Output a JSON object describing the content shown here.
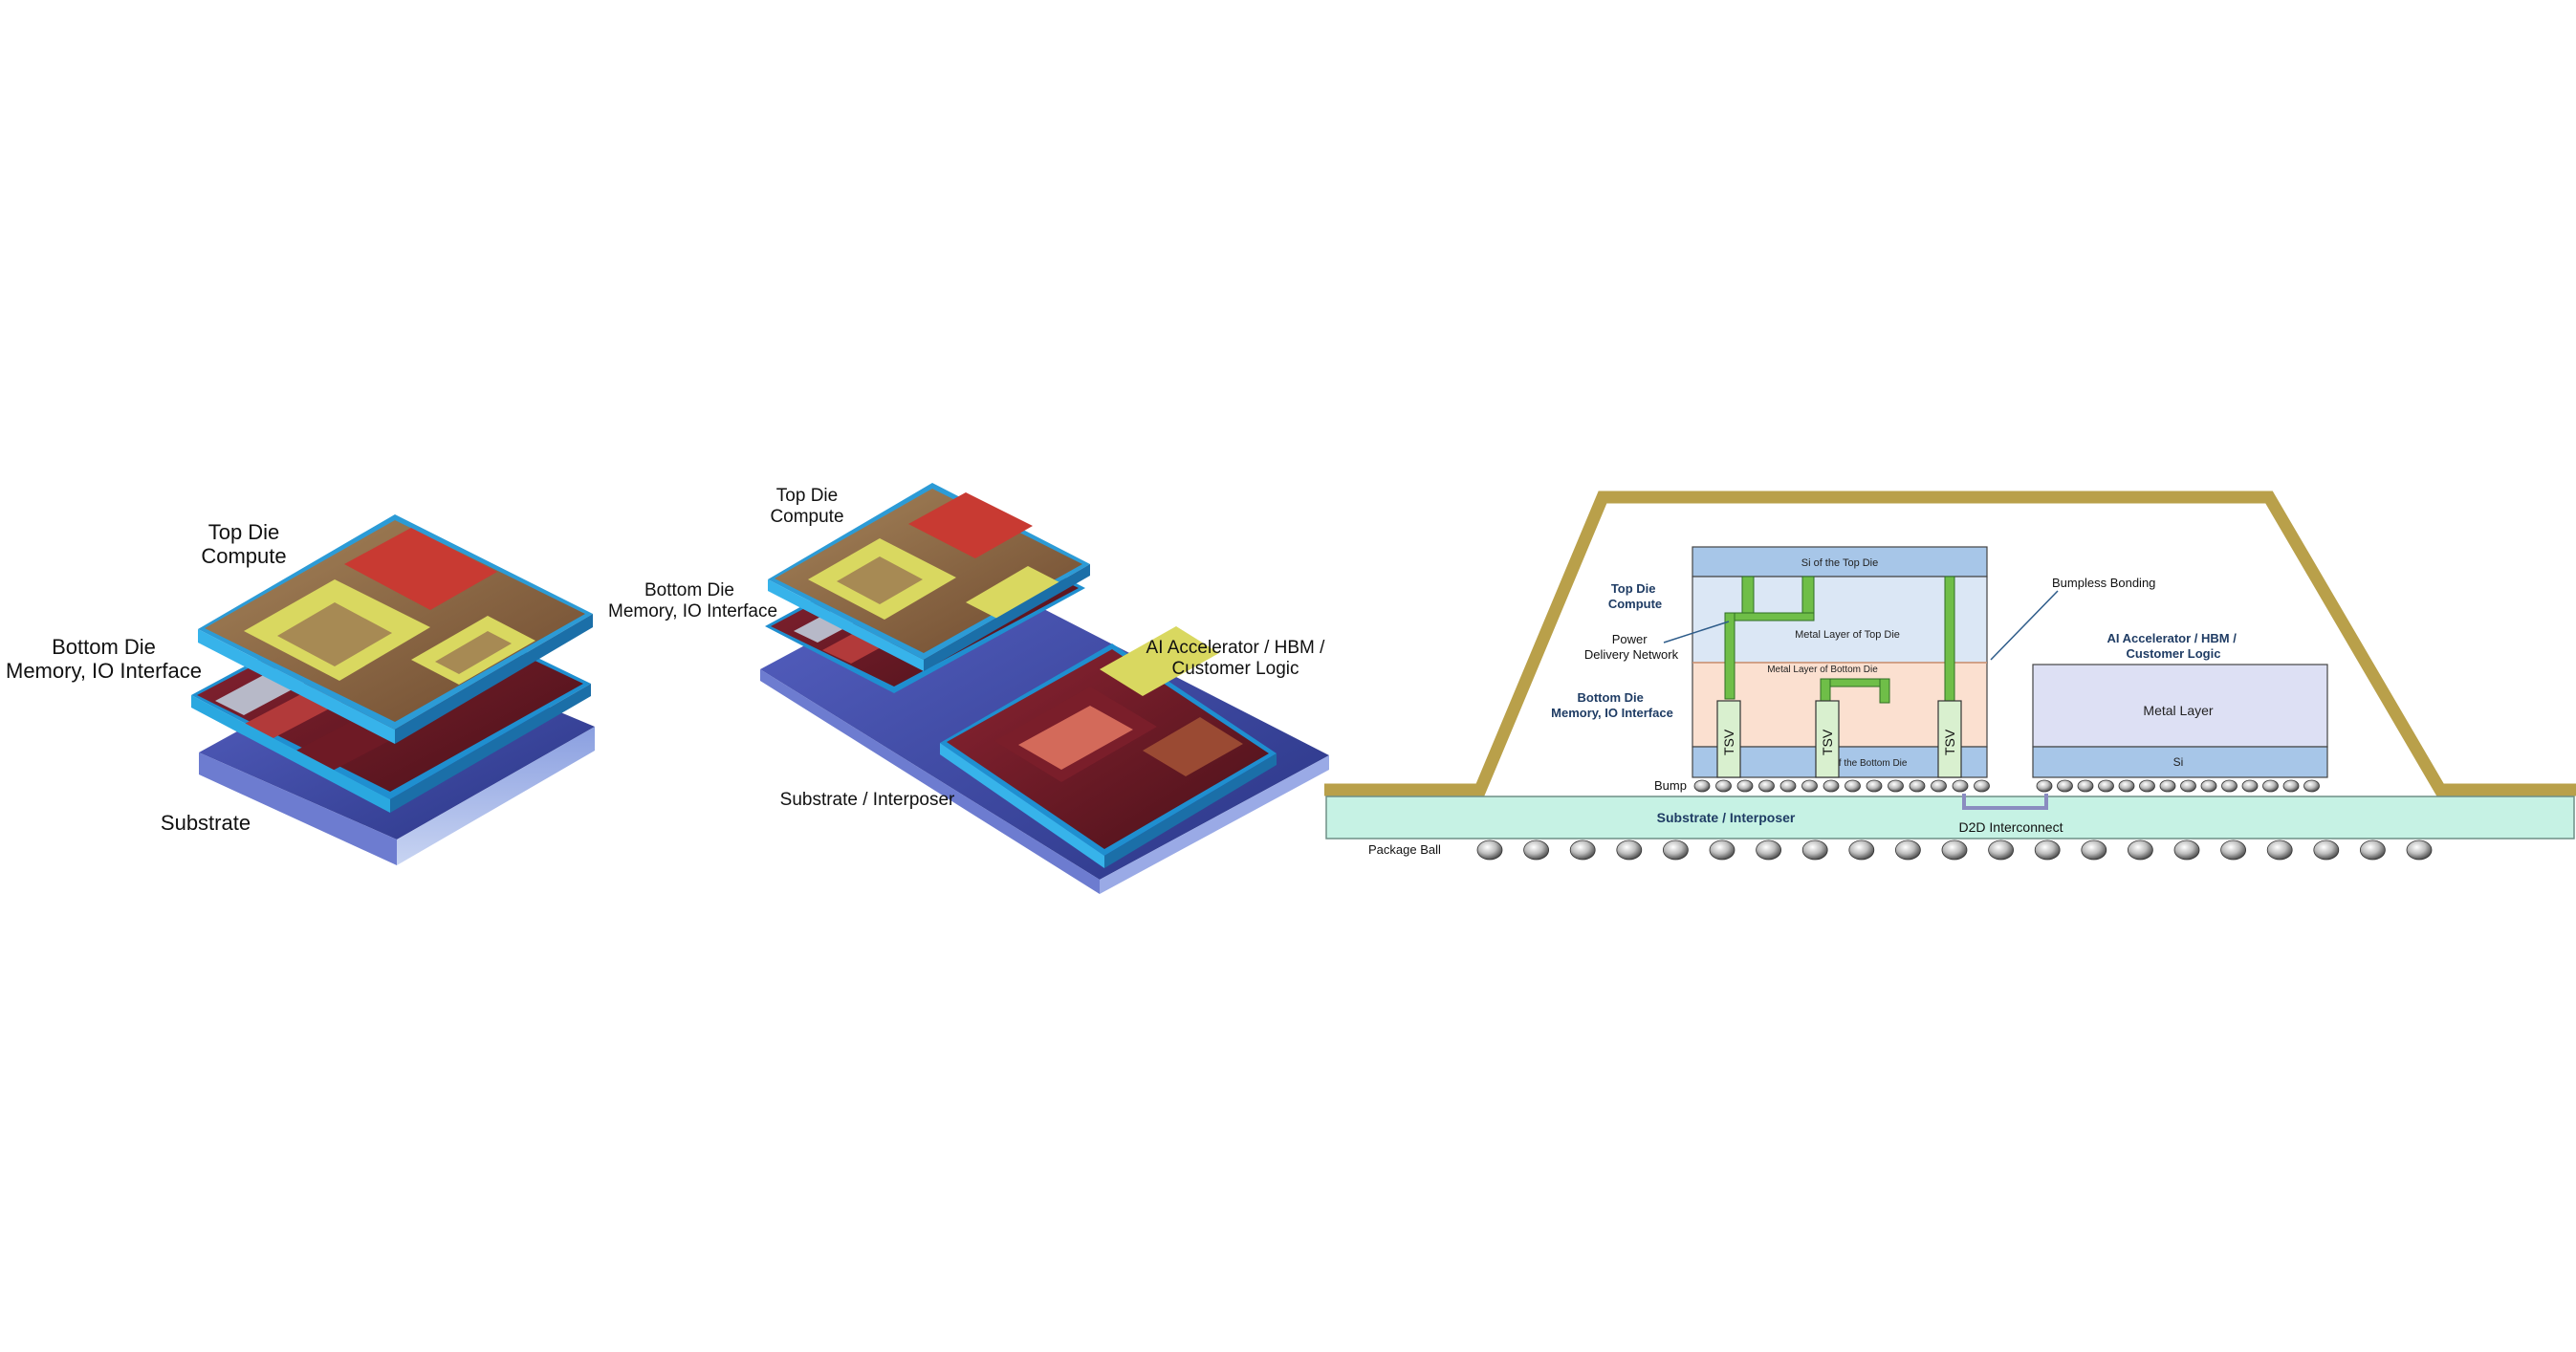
{
  "left_stack": {
    "top_die": [
      "Top Die",
      "Compute"
    ],
    "bottom_die": [
      "Bottom Die",
      "Memory, IO Interface"
    ],
    "substrate": "Substrate"
  },
  "middle_stack": {
    "top_die": [
      "Top Die",
      "Compute"
    ],
    "bottom_die": [
      "Bottom Die",
      "Memory, IO Interface"
    ],
    "accelerator": [
      "AI Accelerator / HBM /",
      "Customer Logic"
    ],
    "substrate": "Substrate / Interposer"
  },
  "cross_section": {
    "si_top_die": "Si of the Top Die",
    "top_die_label": [
      "Top Die",
      "Compute"
    ],
    "power_delivery": [
      "Power",
      "Delivery Network"
    ],
    "metal_layer_top": "Metal Layer of Top Die",
    "metal_layer_bottom": "Metal Layer of Bottom Die",
    "bottom_die_label": [
      "Bottom Die",
      "Memory, IO Interface"
    ],
    "tsv": "TSV",
    "si_bottom_die": "Si of the Bottom Die",
    "bumpless_bonding": "Bumpless Bonding",
    "accelerator_label": [
      "AI Accelerator / HBM /",
      "Customer Logic"
    ],
    "metal_layer": "Metal Layer",
    "si": "Si",
    "bump": "Bump",
    "substrate": "Substrate / Interposer",
    "d2d": "D2D Interconnect",
    "package_ball": "Package Ball"
  },
  "colors": {
    "mold": "#b9a04a",
    "substrate": "#c6f2e4",
    "si_blue": "#a7c6e8",
    "top_metal": "#dbe7f5",
    "bottom_metal": "#fbe0d0",
    "tsv_fill": "#d9f0cf",
    "pdn_green": "#6fbe48",
    "accel_metal": "#dde0f4",
    "die_red": "#8c2433",
    "die_gold": "#9a7a4c",
    "die_yellow": "#d9d860",
    "plate_blue": "#3a47a3",
    "edge_cyan": "#3aa3d8",
    "title_navy": "#1f3c64"
  }
}
